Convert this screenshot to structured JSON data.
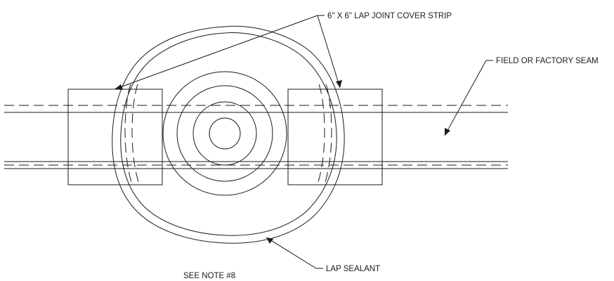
{
  "labels": {
    "cover_strip": "6\" X 6\" LAP JOINT COVER STRIP",
    "seam": "FIELD OR FACTORY SEAM",
    "sealant": "LAP SEALANT",
    "note": "SEE NOTE #8"
  }
}
